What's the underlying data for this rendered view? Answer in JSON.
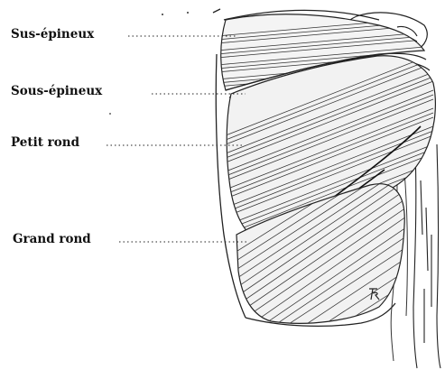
{
  "labels": {
    "supraspinatus": "Sus-épineux",
    "infraspinatus": "Sous-épineux",
    "teres_minor": "Petit rond",
    "teres_major": "Grand rond"
  },
  "signature_text": "R"
}
